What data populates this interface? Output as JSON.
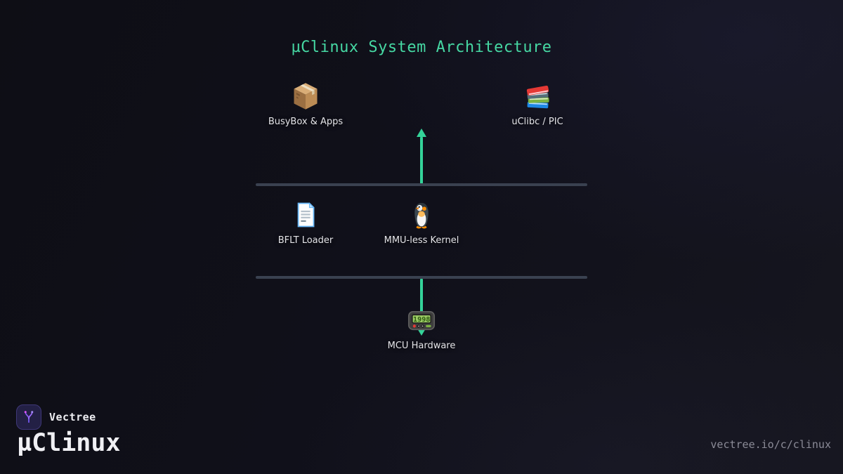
{
  "title": "µClinux System Architecture",
  "diagram": {
    "nodes": [
      {
        "label": "BusyBox & Apps",
        "icon": "package-icon"
      },
      {
        "label": "uClibc / PIC",
        "icon": "books-icon"
      },
      {
        "label": "BFLT Loader",
        "icon": "document-icon"
      },
      {
        "label": "MMU-less Kernel",
        "icon": "penguin-icon"
      },
      {
        "label": "MCU Hardware",
        "icon": "pager-icon"
      }
    ],
    "pager_display": "1998",
    "connectors": [
      {
        "direction": "up",
        "from": "kernel-layer-divider",
        "to": "apps-layer"
      },
      {
        "direction": "down",
        "from": "hardware-divider",
        "to": "mcu-hardware"
      }
    ],
    "colors": {
      "accent": "#34d399",
      "title": "#46d8a3",
      "divider": "#3a4150",
      "label": "#e4e4e8"
    }
  },
  "footer": {
    "brand": "Vectree",
    "logo_icon": "vectree-branch-icon",
    "channel": "µClinux",
    "url": "vectree.io/c/clinux"
  }
}
